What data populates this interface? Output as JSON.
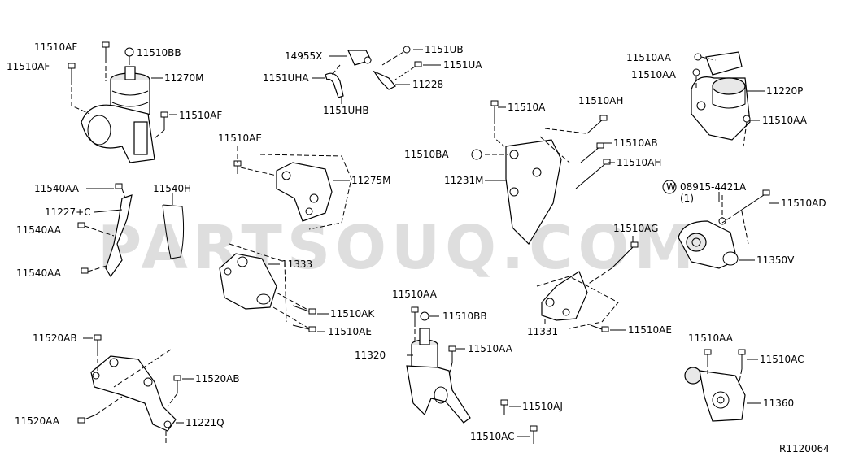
{
  "diagram": {
    "watermark": "PARTSOUQ.COM",
    "ref_code": "R1120064",
    "labels": {
      "l_11510af_a": "11510AF",
      "l_11510bb_a": "11510BB",
      "l_11510af_b": "11510AF",
      "l_11270m": "11270M",
      "l_11510af_c": "11510AF",
      "l_14955x": "14955X",
      "l_1151ub": "1151UB",
      "l_1151ua": "1151UA",
      "l_1151uha": "1151UHA",
      "l_11228": "11228",
      "l_1151uhb": "1151UHB",
      "l_11510aa_a": "11510AA",
      "l_11510aa_b": "11510AA",
      "l_11220p": "11220P",
      "l_11510aa_c": "11510AA",
      "l_11510a": "11510A",
      "l_11510ah_a": "11510AH",
      "l_11510ae_a": "11510AE",
      "l_11510ab": "11510AB",
      "l_11510ba": "11510BA",
      "l_11510ah_b": "11510AH",
      "l_11231m": "11231M",
      "l_11275m": "11275M",
      "l_11540aa_a": "11540AA",
      "l_11540h": "11540H",
      "l_11227c": "11227+C",
      "l_11540aa_b": "11540AA",
      "l_11540aa_c": "11540AA",
      "l_washer_w": "W",
      "l_08915": "08915-4421A",
      "l_qty1": "(1)",
      "l_11510ad": "11510AD",
      "l_11510ag": "11510AG",
      "l_11350v": "11350V",
      "l_11333": "11333",
      "l_11510ak": "11510AK",
      "l_11510ae_b": "11510AE",
      "l_11510aa_d": "11510AA",
      "l_11510bb_b": "11510BB",
      "l_11331": "11331",
      "l_11510ae_c": "11510AE",
      "l_11520ab_a": "11520AB",
      "l_11520ab_b": "11520AB",
      "l_11320": "11320",
      "l_11510aa_e": "11510AA",
      "l_11510aa_f": "11510AA",
      "l_11510ac_a": "11510AC",
      "l_11520aa": "11520AA",
      "l_11221q": "11221Q",
      "l_11510aj": "11510AJ",
      "l_11360": "11360",
      "l_11510ac_b": "11510AC"
    }
  }
}
